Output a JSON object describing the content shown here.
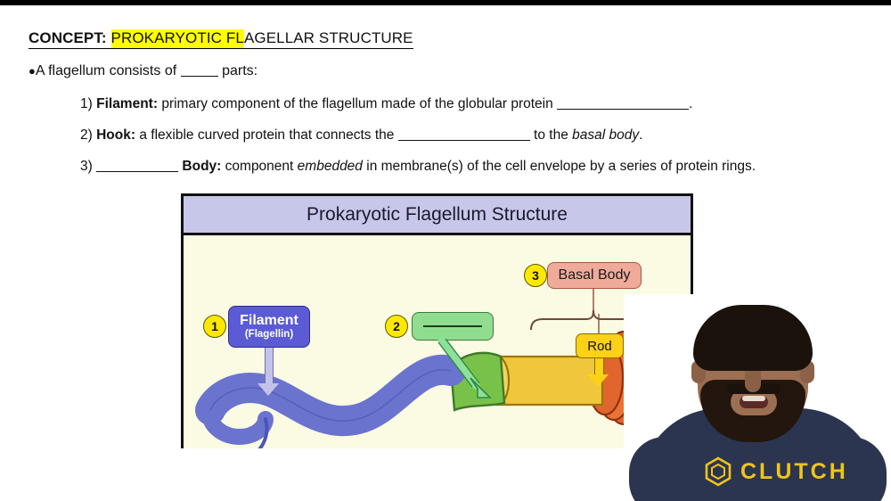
{
  "heading": {
    "label": "CONCEPT:",
    "highlighted": "PROKARYOTIC FL",
    "rest": "AGELLAR STRUCTURE"
  },
  "bullet": {
    "before": "A flagellum consists of",
    "after": "parts:"
  },
  "items": [
    {
      "number": "1)",
      "term": "Filament:",
      "text_before": "primary component of the flagellum made of the globular protein",
      "text_after": "."
    },
    {
      "number": "2)",
      "term": "Hook:",
      "text_before": "a flexible curved protein that connects the",
      "text_mid": "to the",
      "italic": "basal body",
      "text_after": "."
    },
    {
      "number": "3)",
      "term": "Body:",
      "text_before": "component",
      "italic": "embedded",
      "text_after": "in membrane(s) of the cell envelope by a series of protein rings."
    }
  ],
  "figure": {
    "title": "Prokaryotic Flagellum Structure",
    "callouts": [
      {
        "badge": "1",
        "label_line1": "Filament",
        "label_line2": "(Flagellin)"
      },
      {
        "badge": "2",
        "label_line1": "",
        "label_line2": ""
      },
      {
        "badge": "3",
        "label_line1": "Basal Body",
        "label_line2": ""
      }
    ],
    "rod_label": "Rod"
  },
  "webcam": {
    "brand": "CLUTCH"
  },
  "colors": {
    "highlight": "#ffff00",
    "figure_header": "#c7c7ea",
    "figure_body": "#fbfbe3",
    "filament_box": "#5b5bd6",
    "hook_box": "#90dd90",
    "basal_box": "#f0aa9a",
    "rod_box": "#fcd116",
    "badge": "#ffe800",
    "flagellum": "#6a74cf",
    "hook_shape": "#79c24a",
    "rod_shape": "#f0c63c",
    "rings": "#e0662e",
    "shirt": "#2b3550",
    "logo": "#f0c419"
  }
}
